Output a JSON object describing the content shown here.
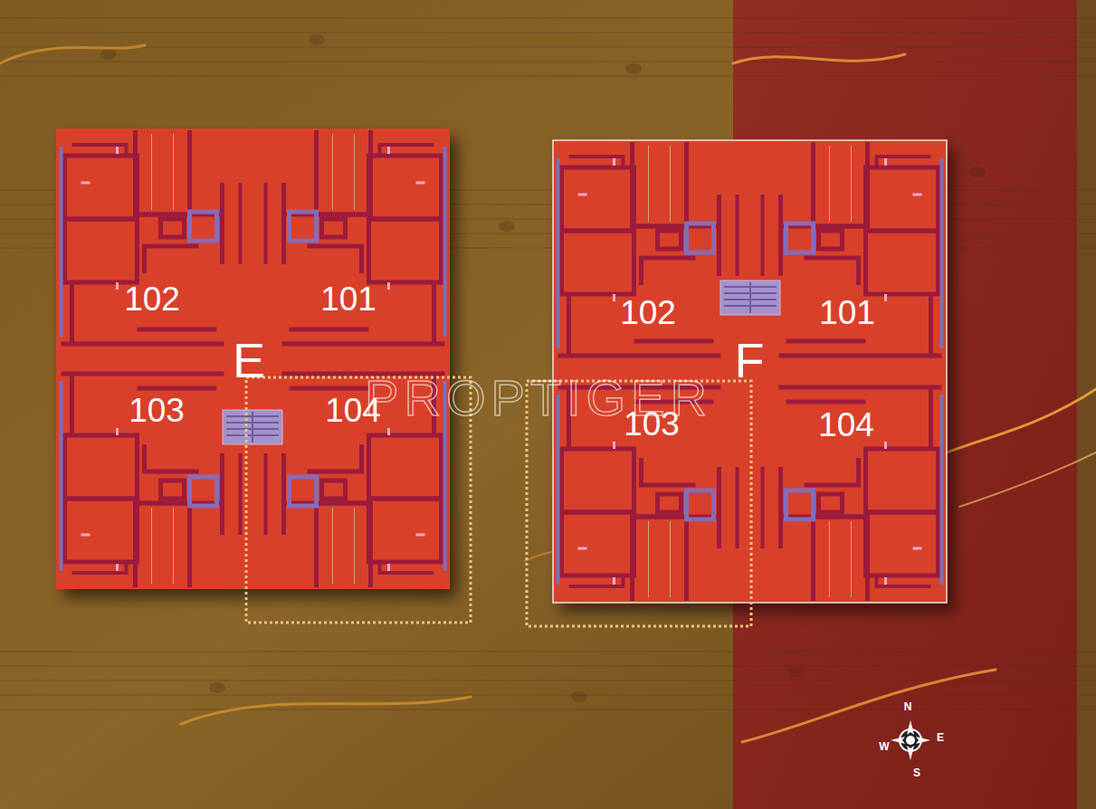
{
  "diagram": {
    "nodes": [
      {
        "text": [
          "E"
        ]
      },
      {
        "text": [
          "F"
        ]
      }
    ],
    "labels": [
      "102",
      "101",
      "103",
      "104",
      "102",
      "101",
      "103",
      "104",
      "PROPTIGER",
      "N",
      "W",
      "E",
      "S"
    ]
  }
}
